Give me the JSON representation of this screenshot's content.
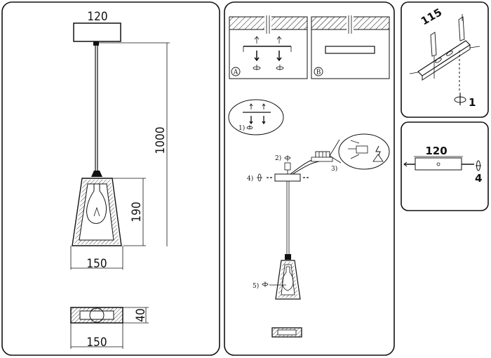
{
  "left_panel": {
    "canopy_width": "120",
    "cable_length": "1000",
    "shade_height": "190",
    "shade_width": "150",
    "top_view_height": "40",
    "top_view_width": "150"
  },
  "middle_panel": {
    "option_a": "A",
    "option_b": "B",
    "step1": "1)",
    "step2": "2)",
    "step3": "3)",
    "step4": "4)",
    "step5": "5)"
  },
  "right_panel": {
    "bracket_dim": "115",
    "bracket_step": "1",
    "canopy_dim": "120",
    "canopy_step": "4"
  }
}
